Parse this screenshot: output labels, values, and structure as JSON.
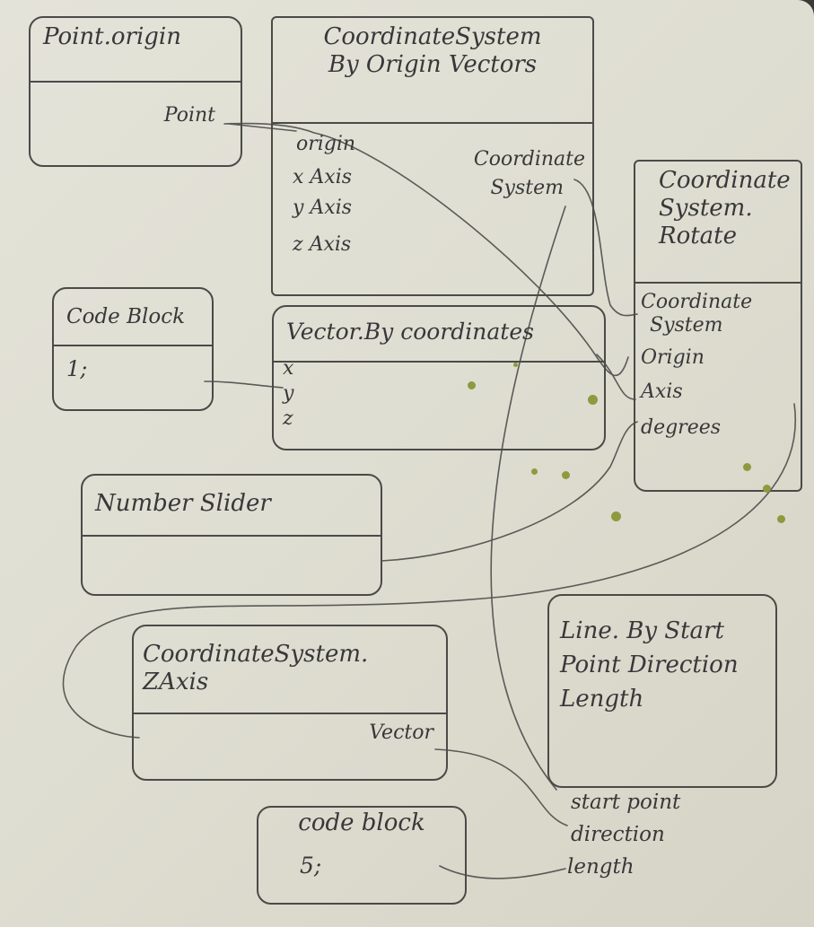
{
  "nodes": {
    "point_origin": {
      "title": "Point.origin",
      "output": "Point"
    },
    "cs_by_origin_vectors": {
      "title": [
        "CoordinateSystem",
        "By Origin Vectors"
      ],
      "inputs": [
        "origin",
        "x Axis",
        "y Axis",
        "z Axis"
      ],
      "output": [
        "Coordinate",
        "System"
      ]
    },
    "cs_rotate": {
      "title": [
        "Coordinate",
        "System.",
        "Rotate"
      ],
      "inputs": [
        "Coordinate",
        "System",
        "Origin",
        "Axis",
        "degrees"
      ]
    },
    "code_block_1": {
      "title": "Code Block",
      "value": "1;"
    },
    "vector_by_coordinates": {
      "title": "Vector.By coordinates",
      "inputs": [
        "x",
        "y",
        "z"
      ]
    },
    "number_slider": {
      "title": "Number Slider"
    },
    "cs_zaxis": {
      "title": [
        "CoordinateSystem.",
        "ZAxis"
      ],
      "output": "Vector"
    },
    "line_by_start_point_direction_length": {
      "title": [
        "Line. By Start",
        "Point Direction",
        "Length"
      ],
      "inputs": [
        "start point",
        "direction",
        "length"
      ]
    },
    "code_block_5": {
      "title": "code block",
      "value": "5;"
    }
  },
  "colors": {
    "ink": "#4a4a48",
    "paper": "#e0dfd4",
    "stain": "#8e9a3e"
  }
}
